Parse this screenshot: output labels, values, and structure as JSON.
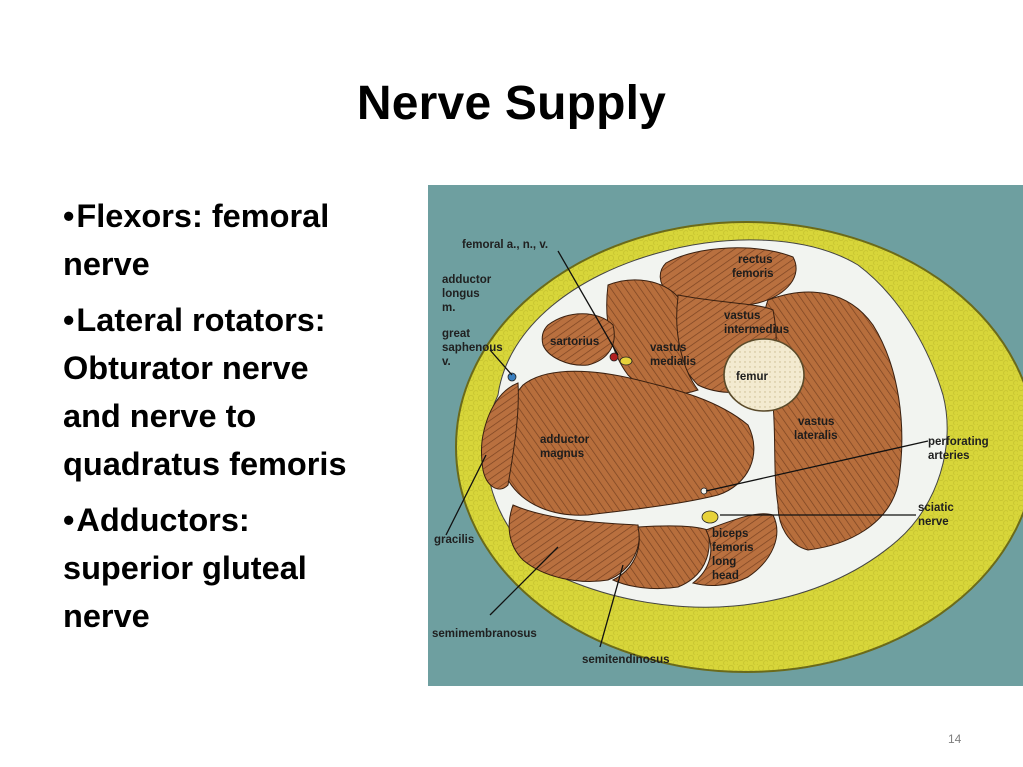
{
  "slide": {
    "title": "Nerve Supply",
    "page_number": "14",
    "bullet_symbol": "•",
    "bullets": [
      {
        "lines": [
          "Flexors: femoral",
          "nerve"
        ]
      },
      {
        "lines": [
          "Lateral rotators:",
          "Obturator nerve",
          "and nerve to",
          "quadratus femoris"
        ]
      },
      {
        "lines": [
          "Adductors:",
          "superior gluteal",
          "nerve"
        ]
      }
    ]
  },
  "diagram": {
    "labels": {
      "femoral_vessels": "femoral a., n., v.",
      "adductor_longus": [
        "adductor",
        "longus",
        "m."
      ],
      "great_saphenous": [
        "great",
        "saphenous",
        "v."
      ],
      "sartorius": "sartorius",
      "rectus_femoris": [
        "rectus",
        "femoris"
      ],
      "vastus_intermedius": [
        "vastus",
        "intermedius"
      ],
      "vastus_medialis": [
        "vastus",
        "medialis"
      ],
      "femur": "femur",
      "vastus_lateralis": [
        "vastus",
        "lateralis"
      ],
      "adductor_magnus": [
        "adductor",
        "magnus"
      ],
      "perforating_arteries": [
        "perforating",
        "arteries"
      ],
      "sciatic_nerve": [
        "sciatic",
        "nerve"
      ],
      "gracilis": "gracilis",
      "biceps_femoris": [
        "biceps",
        "femoris",
        "long",
        "head"
      ],
      "semimembranosus": "semimembranosus",
      "semitendinosus": "semitendinosus"
    },
    "colors": {
      "background": "#6e9fa0",
      "skin_fat": "#d8d63a",
      "fat_outline": "#6b6a1a",
      "muscle": "#b9703f",
      "muscle_hatch": "#6a3a1c",
      "bone": "#f3ead0",
      "fascia": "#f2f4f0",
      "nerve": "#e7d23a",
      "vein": "#3a7fbf",
      "artery": "#b02020"
    }
  }
}
